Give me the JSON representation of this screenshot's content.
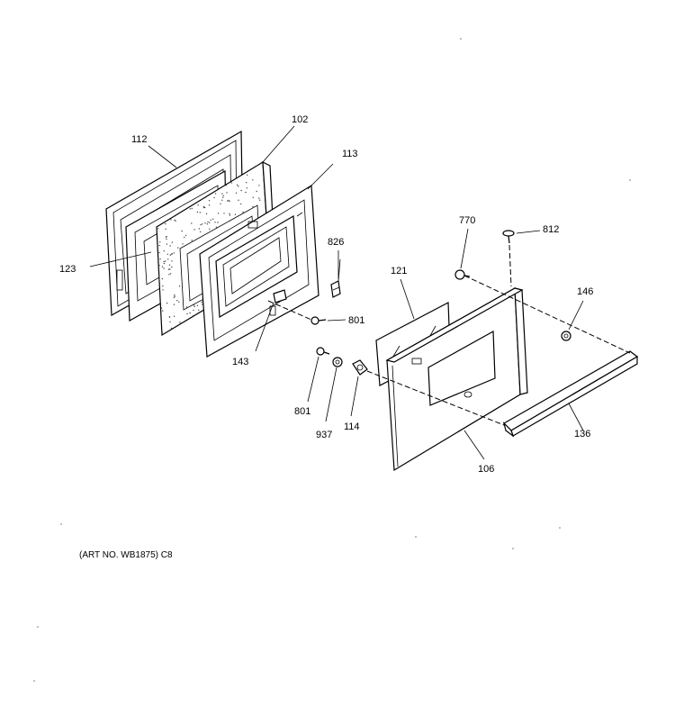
{
  "diagram": {
    "part_labels": {
      "p112": "112",
      "p102": "102",
      "p113": "113",
      "p123": "123",
      "p826": "826",
      "p801a": "801",
      "p143": "143",
      "p770": "770",
      "p812": "812",
      "p121": "121",
      "p146": "146",
      "p801b": "801",
      "p937": "937",
      "p114": "114",
      "p136": "136",
      "p106": "106"
    },
    "caption": "(ART NO. WB1875)  C8"
  }
}
